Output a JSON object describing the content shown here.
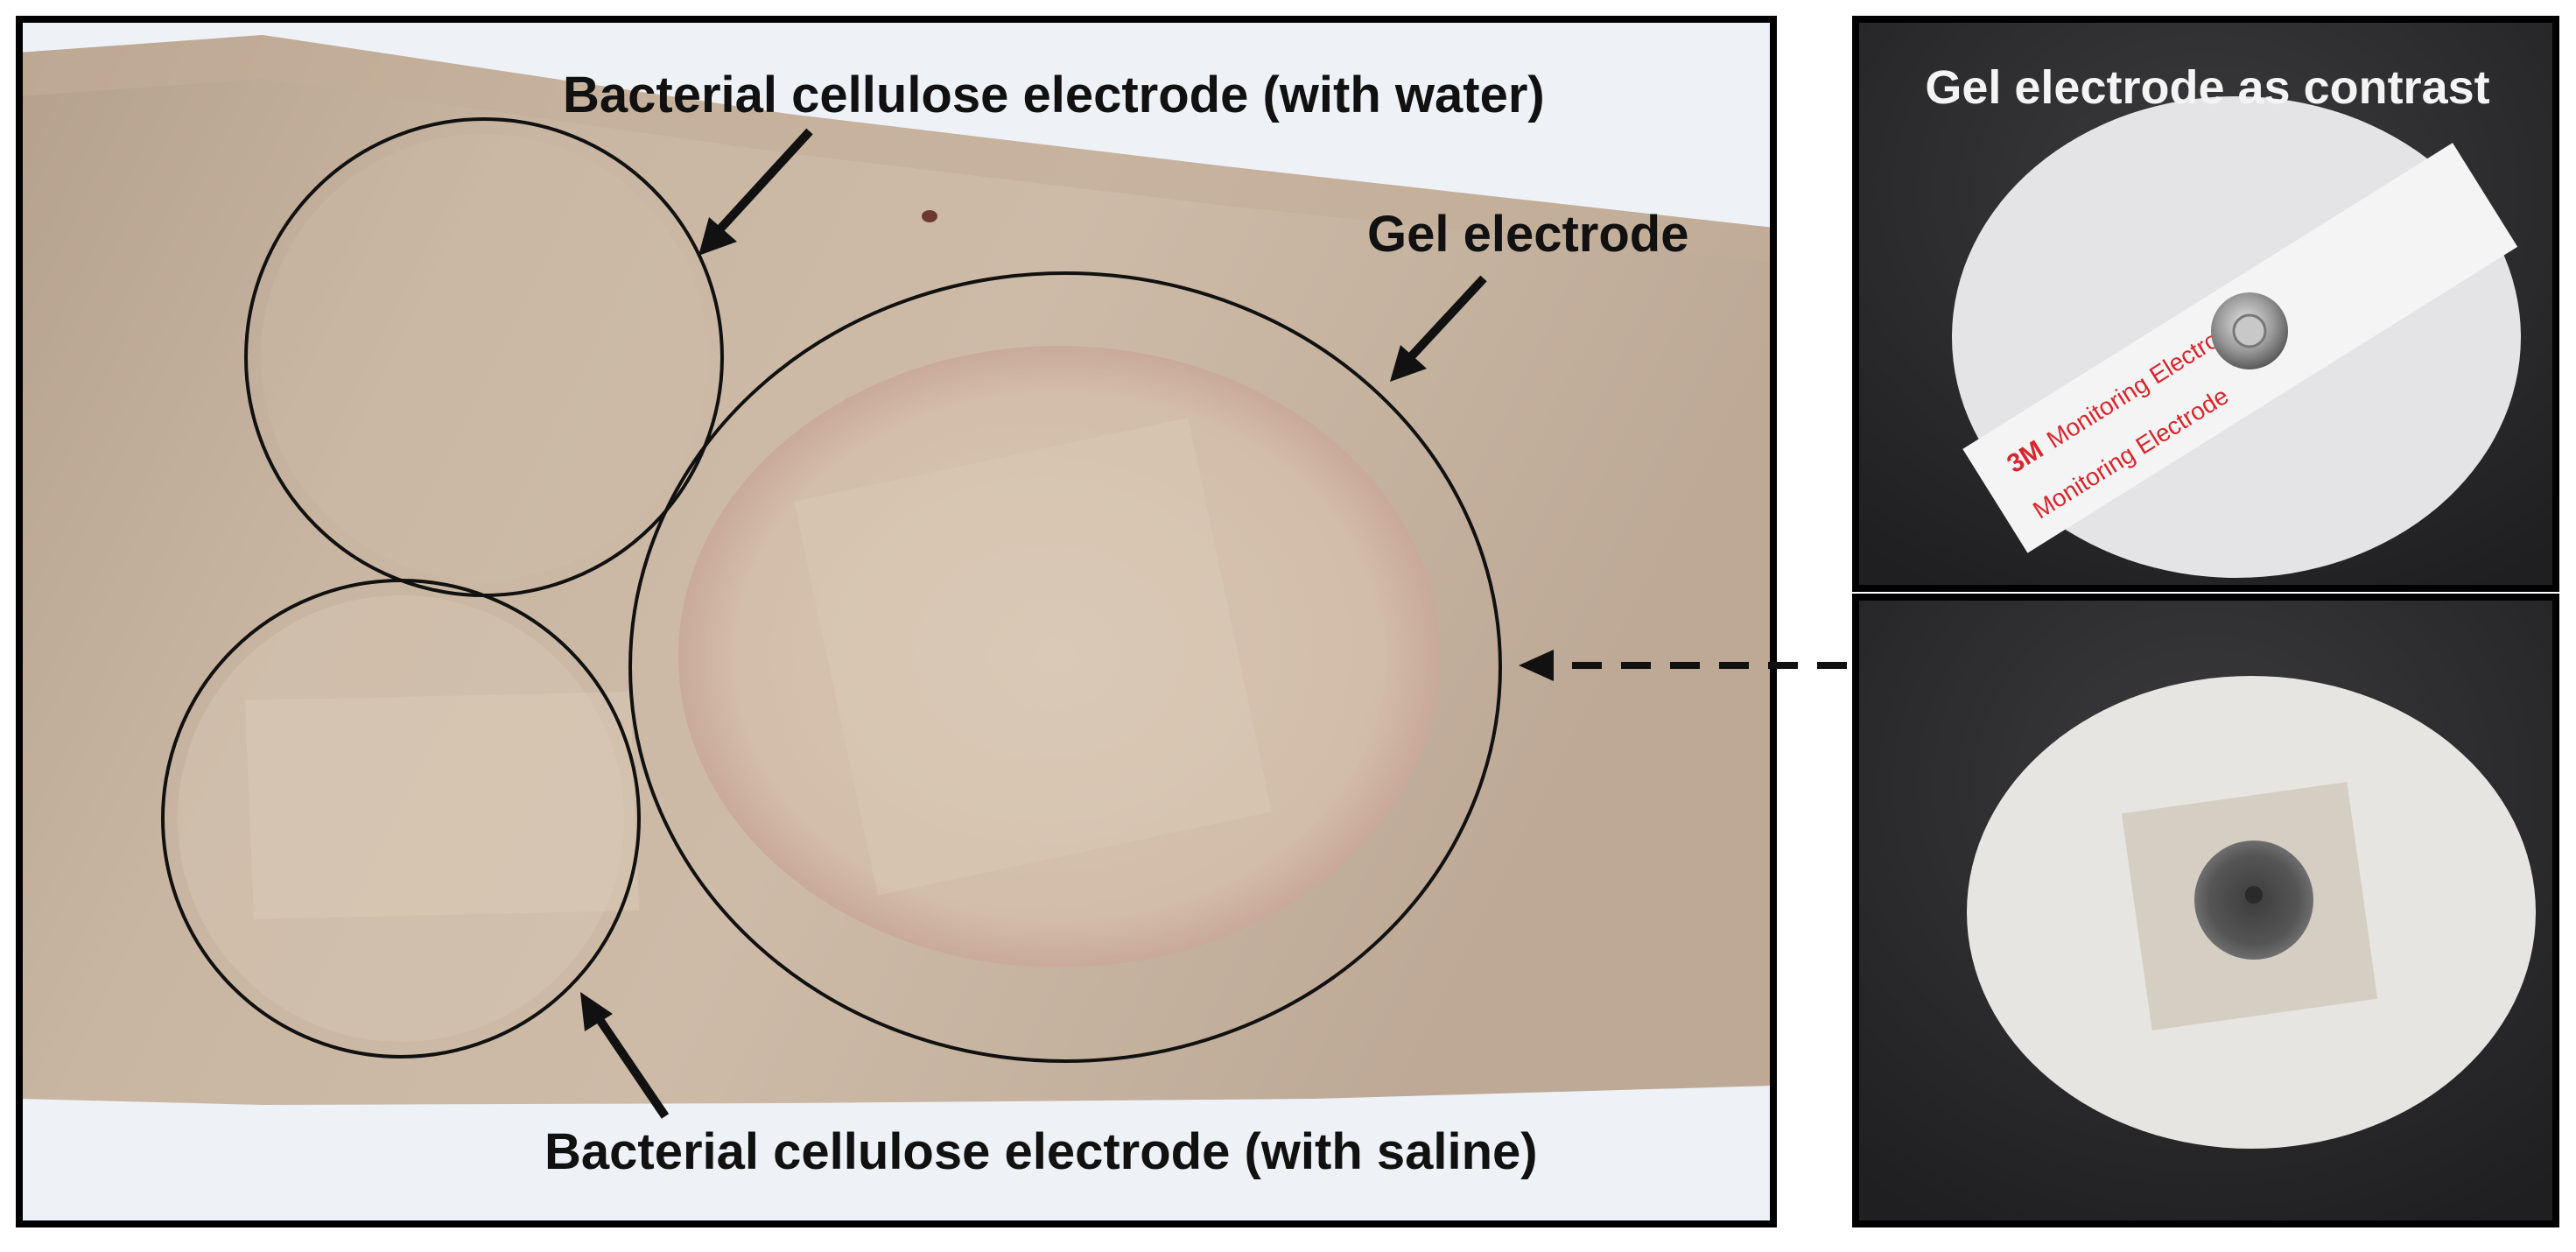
{
  "figure": {
    "arm_panel": {
      "labels": {
        "bc_water": "Bacterial cellulose electrode (with water)",
        "gel": "Gel electrode",
        "bc_saline": "Bacterial cellulose electrode (with  saline)"
      }
    },
    "contrast_panel": {
      "title": "Gel electrode as contrast",
      "electrode_brand": "3M",
      "electrode_text": "Monitoring Electrode"
    },
    "colors": {
      "skin": "#c9b6a2",
      "photo_background": "#2b2b2d",
      "electrode_print": "#d8262d",
      "frame": "#000000"
    }
  }
}
